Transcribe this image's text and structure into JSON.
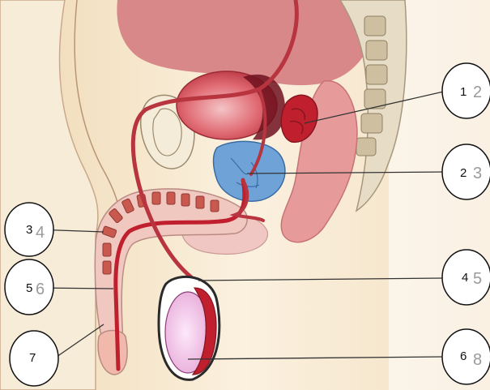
{
  "labels": {
    "l1": "1",
    "l2": "2",
    "l3": "3",
    "l4": "4",
    "l5": "5",
    "l6": "6",
    "l7": "7"
  },
  "faint_digits": {
    "f1": "2",
    "f2": "3",
    "f3": "4",
    "f4": "5",
    "f5": "6",
    "f6": "8"
  },
  "colors": {
    "skin_background": "#f6e7cf",
    "bladder": "#d9495a",
    "organ_dark_red": "#c0202e",
    "prostate": "#6fa3d8",
    "rectum": "#e79a9a",
    "duct": "#b8343f",
    "testis_inner": "#f2c6ea"
  }
}
